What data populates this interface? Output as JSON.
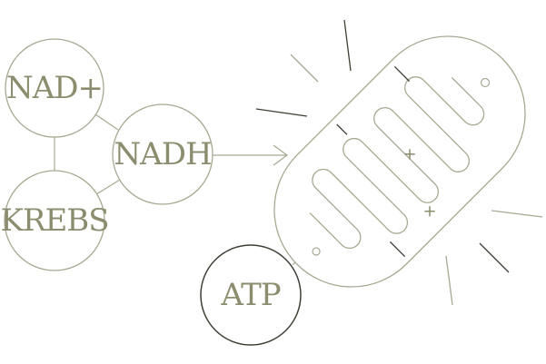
{
  "colors": {
    "stroke": "#a8a893",
    "dark_stroke": "#3f3f36",
    "text": "#8b8d6e",
    "atp_text": "#8b8d6e"
  },
  "nodes": {
    "nad_plus": "NAD+",
    "nadh": "NADH",
    "krebs": "KREBS",
    "atp": "ATP"
  },
  "mitochondrion": {
    "plus_signs": [
      "+",
      "+"
    ]
  }
}
